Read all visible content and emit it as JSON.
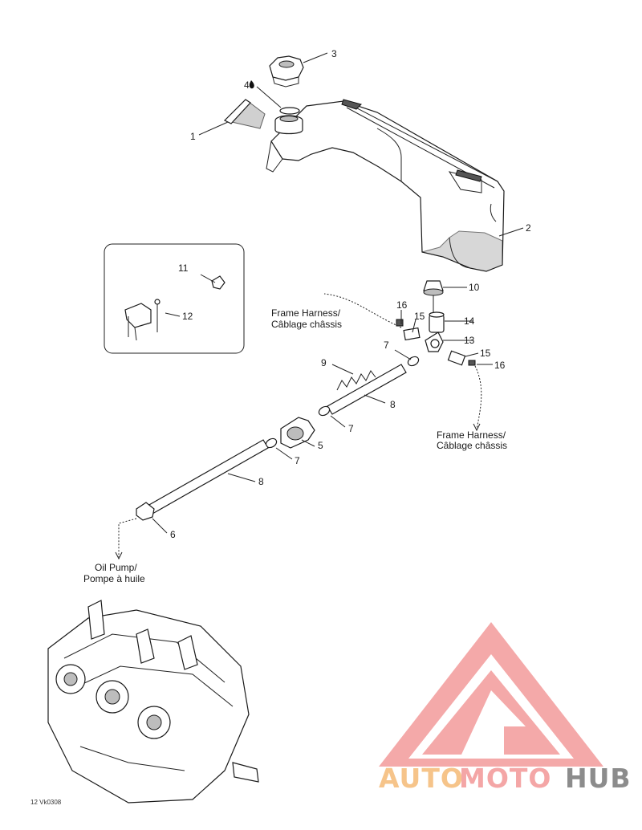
{
  "callouts": {
    "c1": "1",
    "c2": "2",
    "c3": "3",
    "c4": "4",
    "c5": "5",
    "c6": "6",
    "c7a": "7",
    "c7b": "7",
    "c7c": "7",
    "c8a": "8",
    "c8b": "8",
    "c9": "9",
    "c10": "10",
    "c11": "11",
    "c12": "12",
    "c13": "13",
    "c14": "14",
    "c15a": "15",
    "c15b": "15",
    "c16a": "16",
    "c16b": "16"
  },
  "captions": {
    "frame_harness_1_line1": "Frame Harness/",
    "frame_harness_1_line2": "Câblage châssis",
    "frame_harness_2_line1": "Frame Harness/",
    "frame_harness_2_line2": "Câblage châssis",
    "oil_pump_line1": "Oil Pump/",
    "oil_pump_line2": "Pompe à huile"
  },
  "drawing_code": "12 Vk0308",
  "watermark": {
    "part1": "AUTO",
    "part2": "MOTO",
    "part3": "HUB",
    "color_primary": "#f4a6a6",
    "color_secondary": "#f6c48a",
    "color_tertiary": "#8c8c8c"
  }
}
